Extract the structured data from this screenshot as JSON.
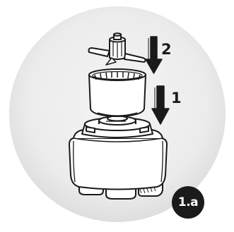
{
  "figure": {
    "step_badge": "1.a",
    "steps": [
      {
        "number": "2"
      },
      {
        "number": "1"
      }
    ]
  }
}
